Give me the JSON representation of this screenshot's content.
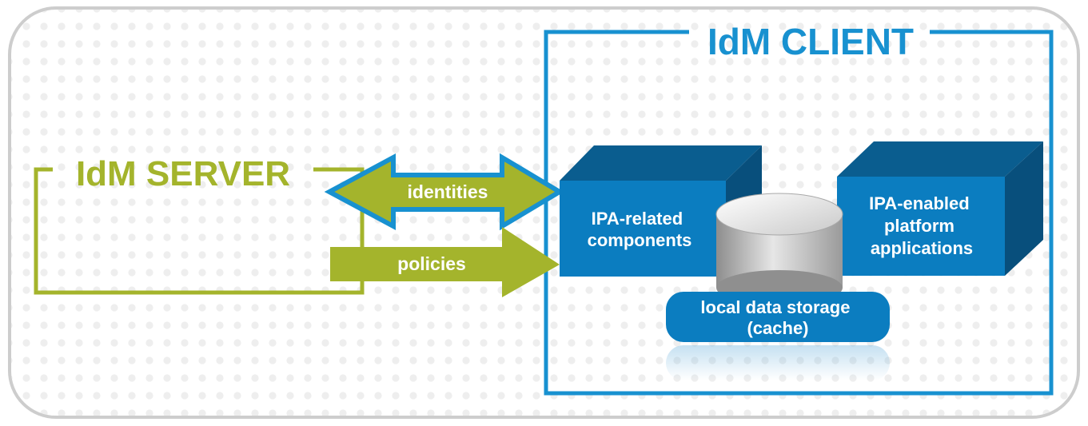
{
  "server": {
    "title": "IdM SERVER"
  },
  "client": {
    "title": "IdM CLIENT"
  },
  "arrows": {
    "identities": "identities",
    "policies": "policies"
  },
  "boxes": {
    "related": [
      "IPA-related",
      "components"
    ],
    "enabled": [
      "IPA-enabled",
      "platform",
      "applications"
    ]
  },
  "storage": {
    "label_line1": "local data storage",
    "label_line2": "(cache)"
  },
  "colors": {
    "server_green": "#a4b42c",
    "client_blue": "#1891d0",
    "box_blue": "#0b7dc0",
    "frame_gray": "#c8c8c8"
  }
}
